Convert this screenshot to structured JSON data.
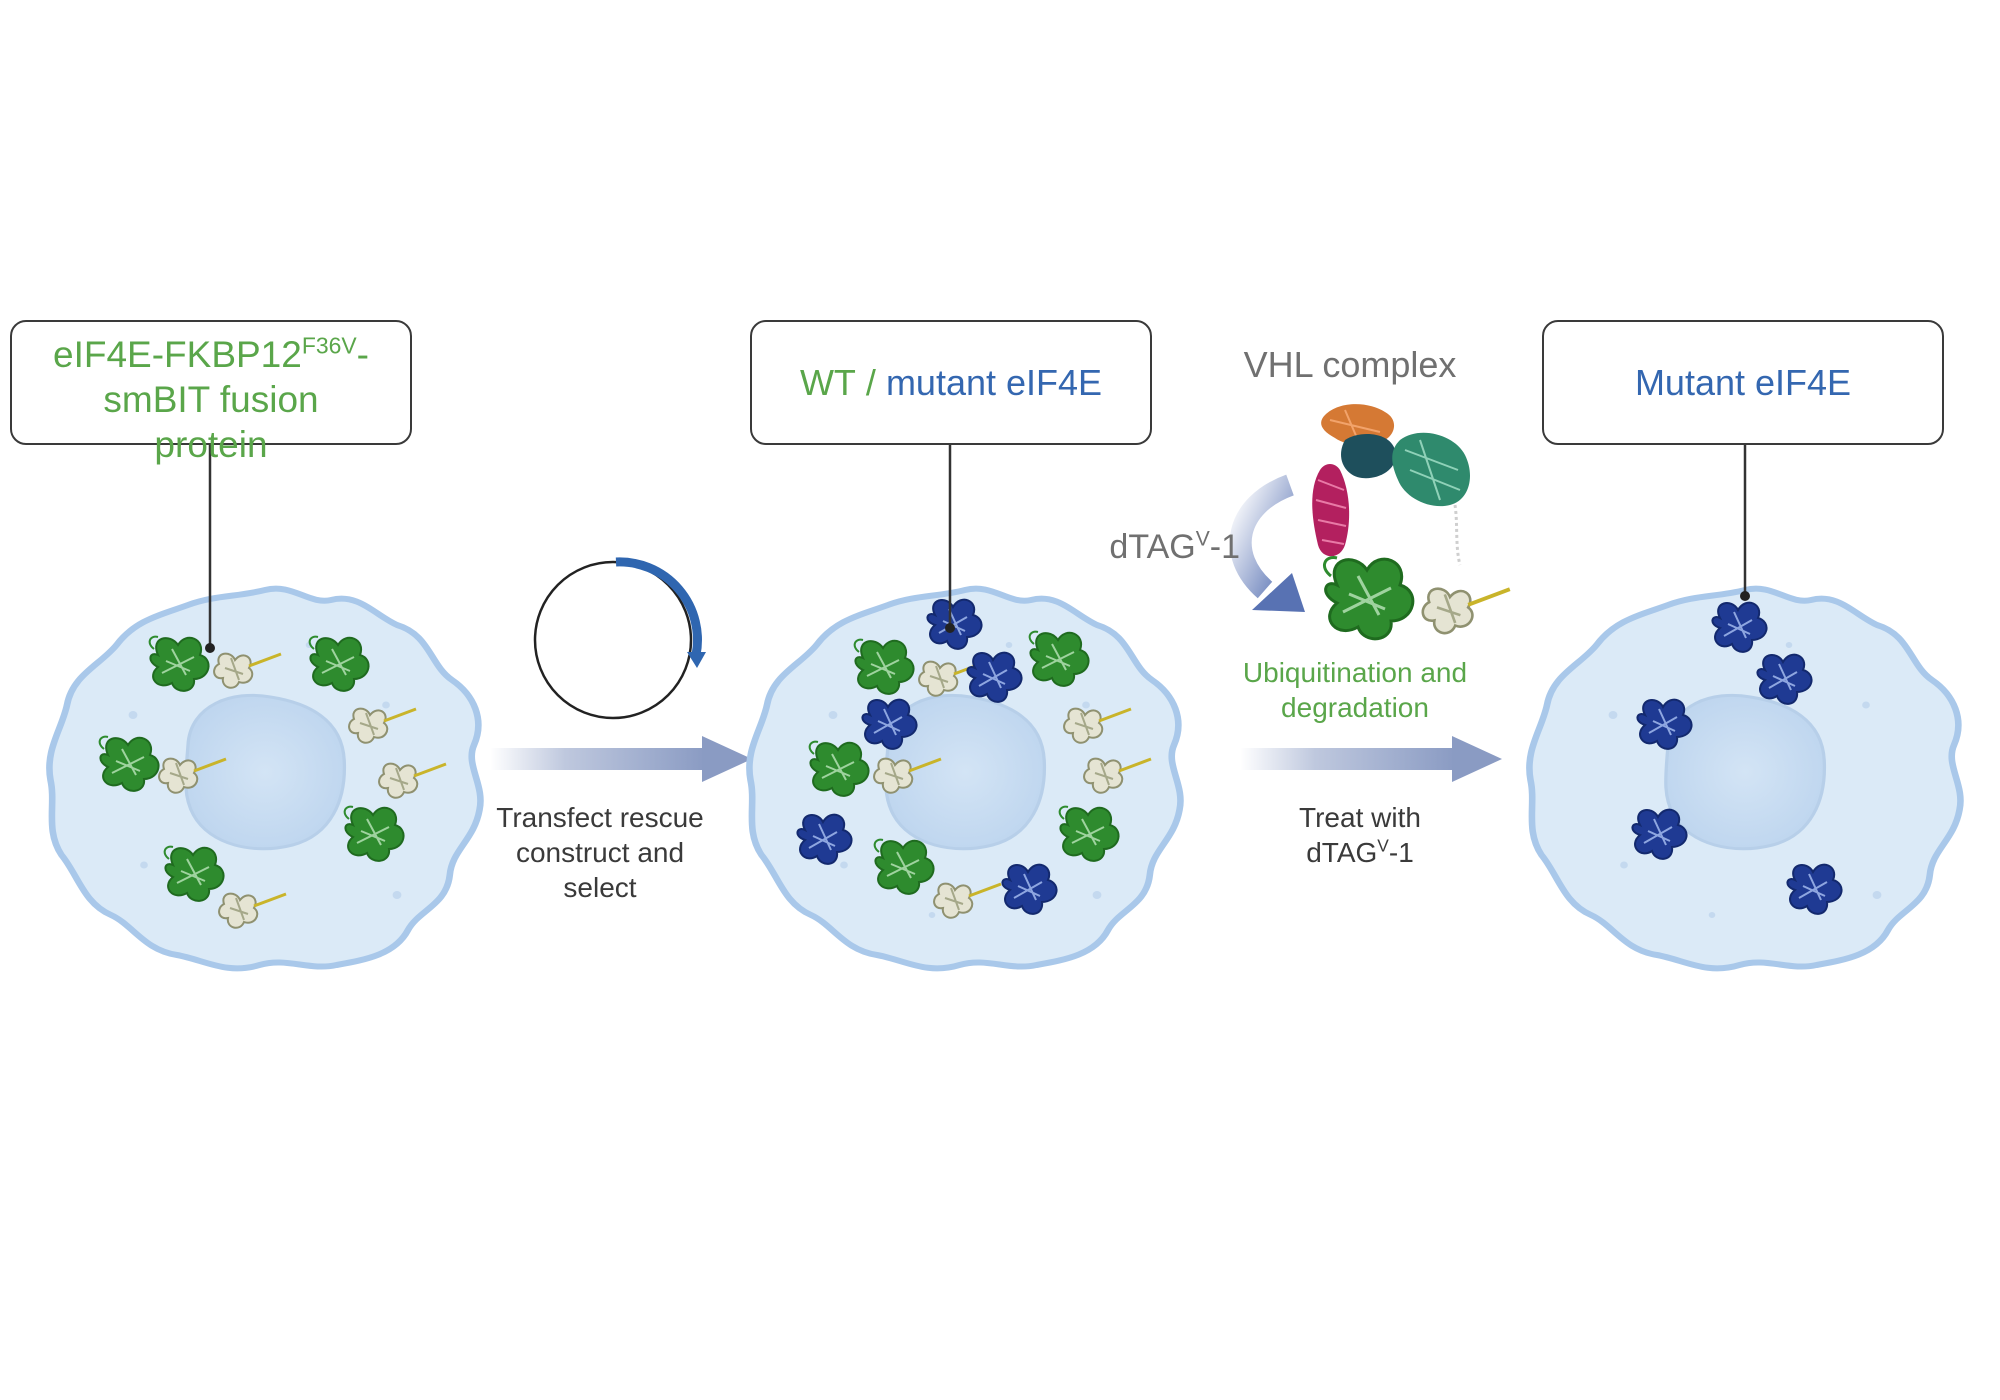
{
  "colors": {
    "green_text": "#5aa64a",
    "blue_text": "#3467b0",
    "grey_text": "#707070",
    "dark_text": "#3a3a3a",
    "cell_fill": "#dbeaf7",
    "cell_stroke": "#a9c8ea",
    "nucleus_fill": "#c7dcf1",
    "arrow_color": "#8a9bc3",
    "plasmid_arc": "#2f66b0",
    "wt_protein": "#2e8b2e",
    "tag_protein": "#a5a889",
    "mutant_protein": "#1f3a93"
  },
  "panel1": {
    "label_line1": "eIF4E-FKBP12",
    "label_sup": "F36V",
    "label_line1_end": "-",
    "label_line2": "smBIT fusion",
    "label_line3": "protein"
  },
  "panel2": {
    "label_wt": "WT",
    "label_sep": " / ",
    "label_mutant": "mutant eIF4E"
  },
  "panel3": {
    "label": "Mutant eIF4E"
  },
  "step1": {
    "line1": "Transfect rescue",
    "line2": "construct and",
    "line3": "select"
  },
  "step2": {
    "vhl_label": "VHL complex",
    "dtag_main": "dTAG",
    "dtag_sup": "V",
    "dtag_end": "-1",
    "ubiq_line1": "Ubiquitination and",
    "ubiq_line2": "degradation",
    "treat_line1": "Treat with",
    "treat_dtag": "dTAG",
    "treat_sup": "V",
    "treat_end": "-1"
  },
  "icons": [
    "plasmid-icon",
    "cell-icon",
    "protein-icon",
    "vhl-complex-icon",
    "curved-arrow-icon",
    "gradient-arrow-icon"
  ]
}
